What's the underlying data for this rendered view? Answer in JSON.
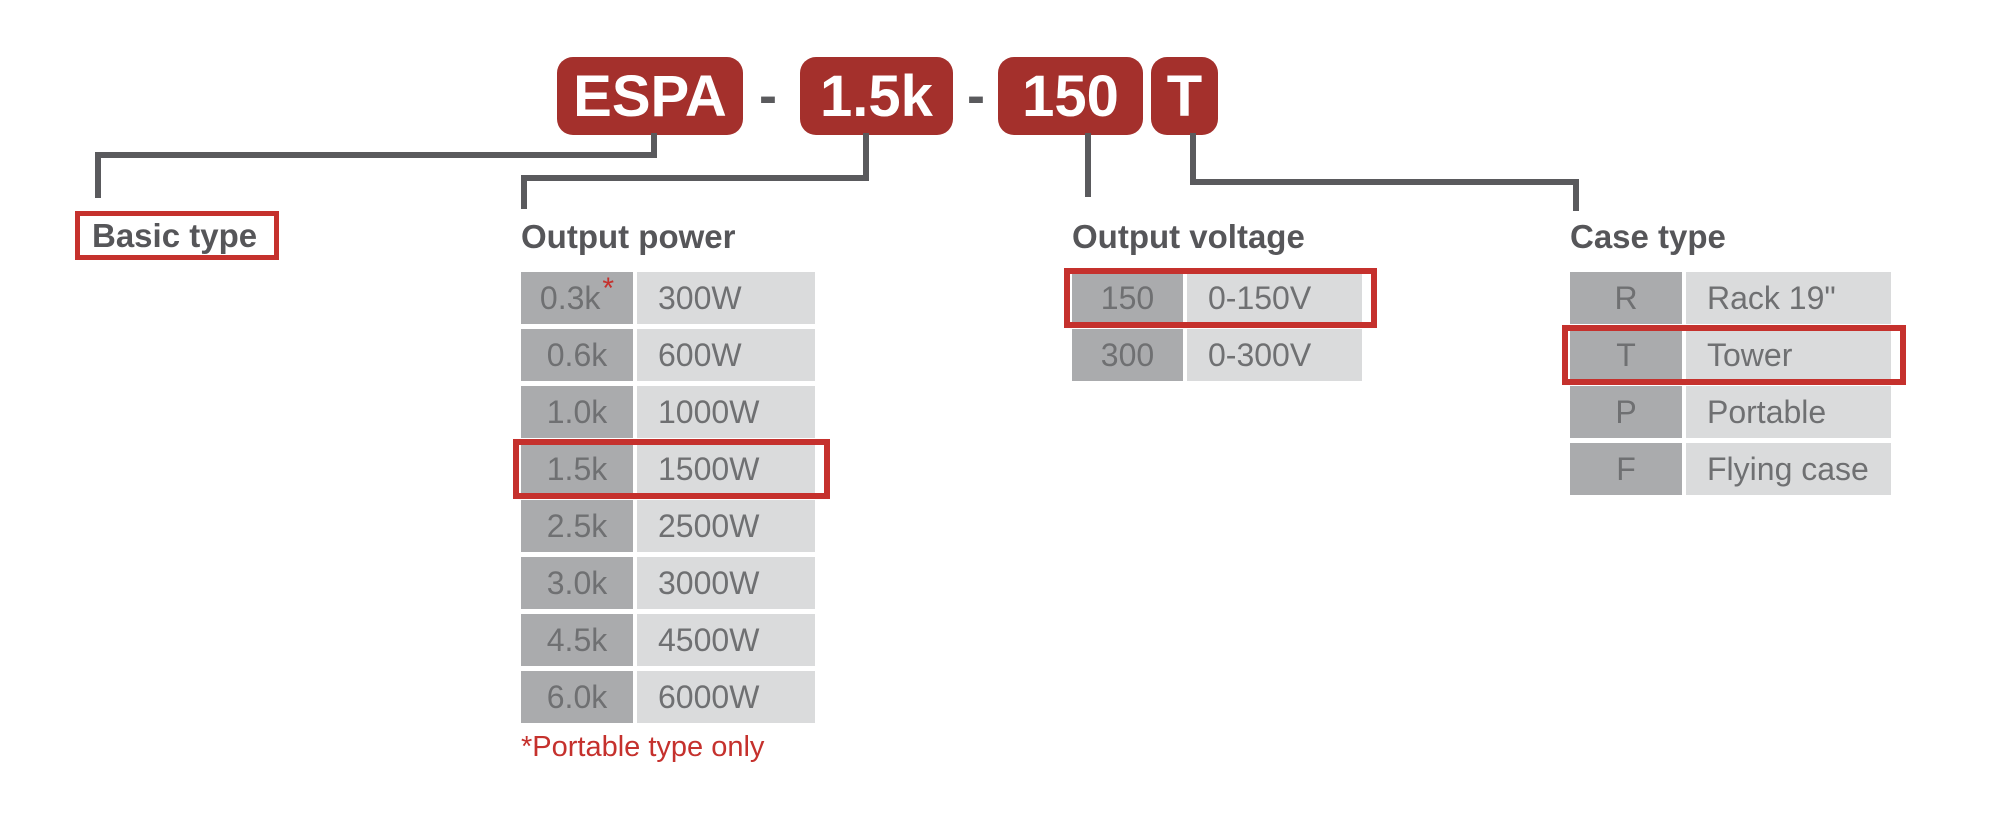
{
  "code": {
    "basic": "ESPA",
    "separators": [
      "-",
      "-"
    ],
    "power": "1.5k",
    "voltage": "150",
    "case": "T"
  },
  "sections": {
    "basic_type": {
      "title": "Basic type"
    },
    "output_power": {
      "title": "Output power",
      "rows": [
        {
          "code": "0.3k",
          "star": "*",
          "value": "300W"
        },
        {
          "code": "0.6k",
          "value": "600W"
        },
        {
          "code": "1.0k",
          "value": "1000W"
        },
        {
          "code": "1.5k",
          "value": "1500W",
          "highlight": true
        },
        {
          "code": "2.5k",
          "value": "2500W"
        },
        {
          "code": "3.0k",
          "value": "3000W"
        },
        {
          "code": "4.5k",
          "value": "4500W"
        },
        {
          "code": "6.0k",
          "value": "6000W"
        }
      ],
      "footnote": "*Portable type only"
    },
    "output_voltage": {
      "title": "Output voltage",
      "rows": [
        {
          "code": "150",
          "value": "0-150V",
          "highlight": true
        },
        {
          "code": "300",
          "value": "0-300V"
        }
      ]
    },
    "case_type": {
      "title": "Case type",
      "rows": [
        {
          "code": "R",
          "value": "Rack 19\""
        },
        {
          "code": "T",
          "value": "Tower",
          "highlight": true
        },
        {
          "code": "P",
          "value": "Portable"
        },
        {
          "code": "F",
          "value": "Flying case"
        }
      ]
    }
  },
  "colors": {
    "badge_red": "#A4302C",
    "highlight_red": "#C5312D",
    "line_gray": "#5A5A5D",
    "heading_gray": "#565659",
    "cell_dark_bg": "#AAABAD",
    "cell_light_bg": "#DADBDC",
    "cell_text": "#6F7072"
  }
}
